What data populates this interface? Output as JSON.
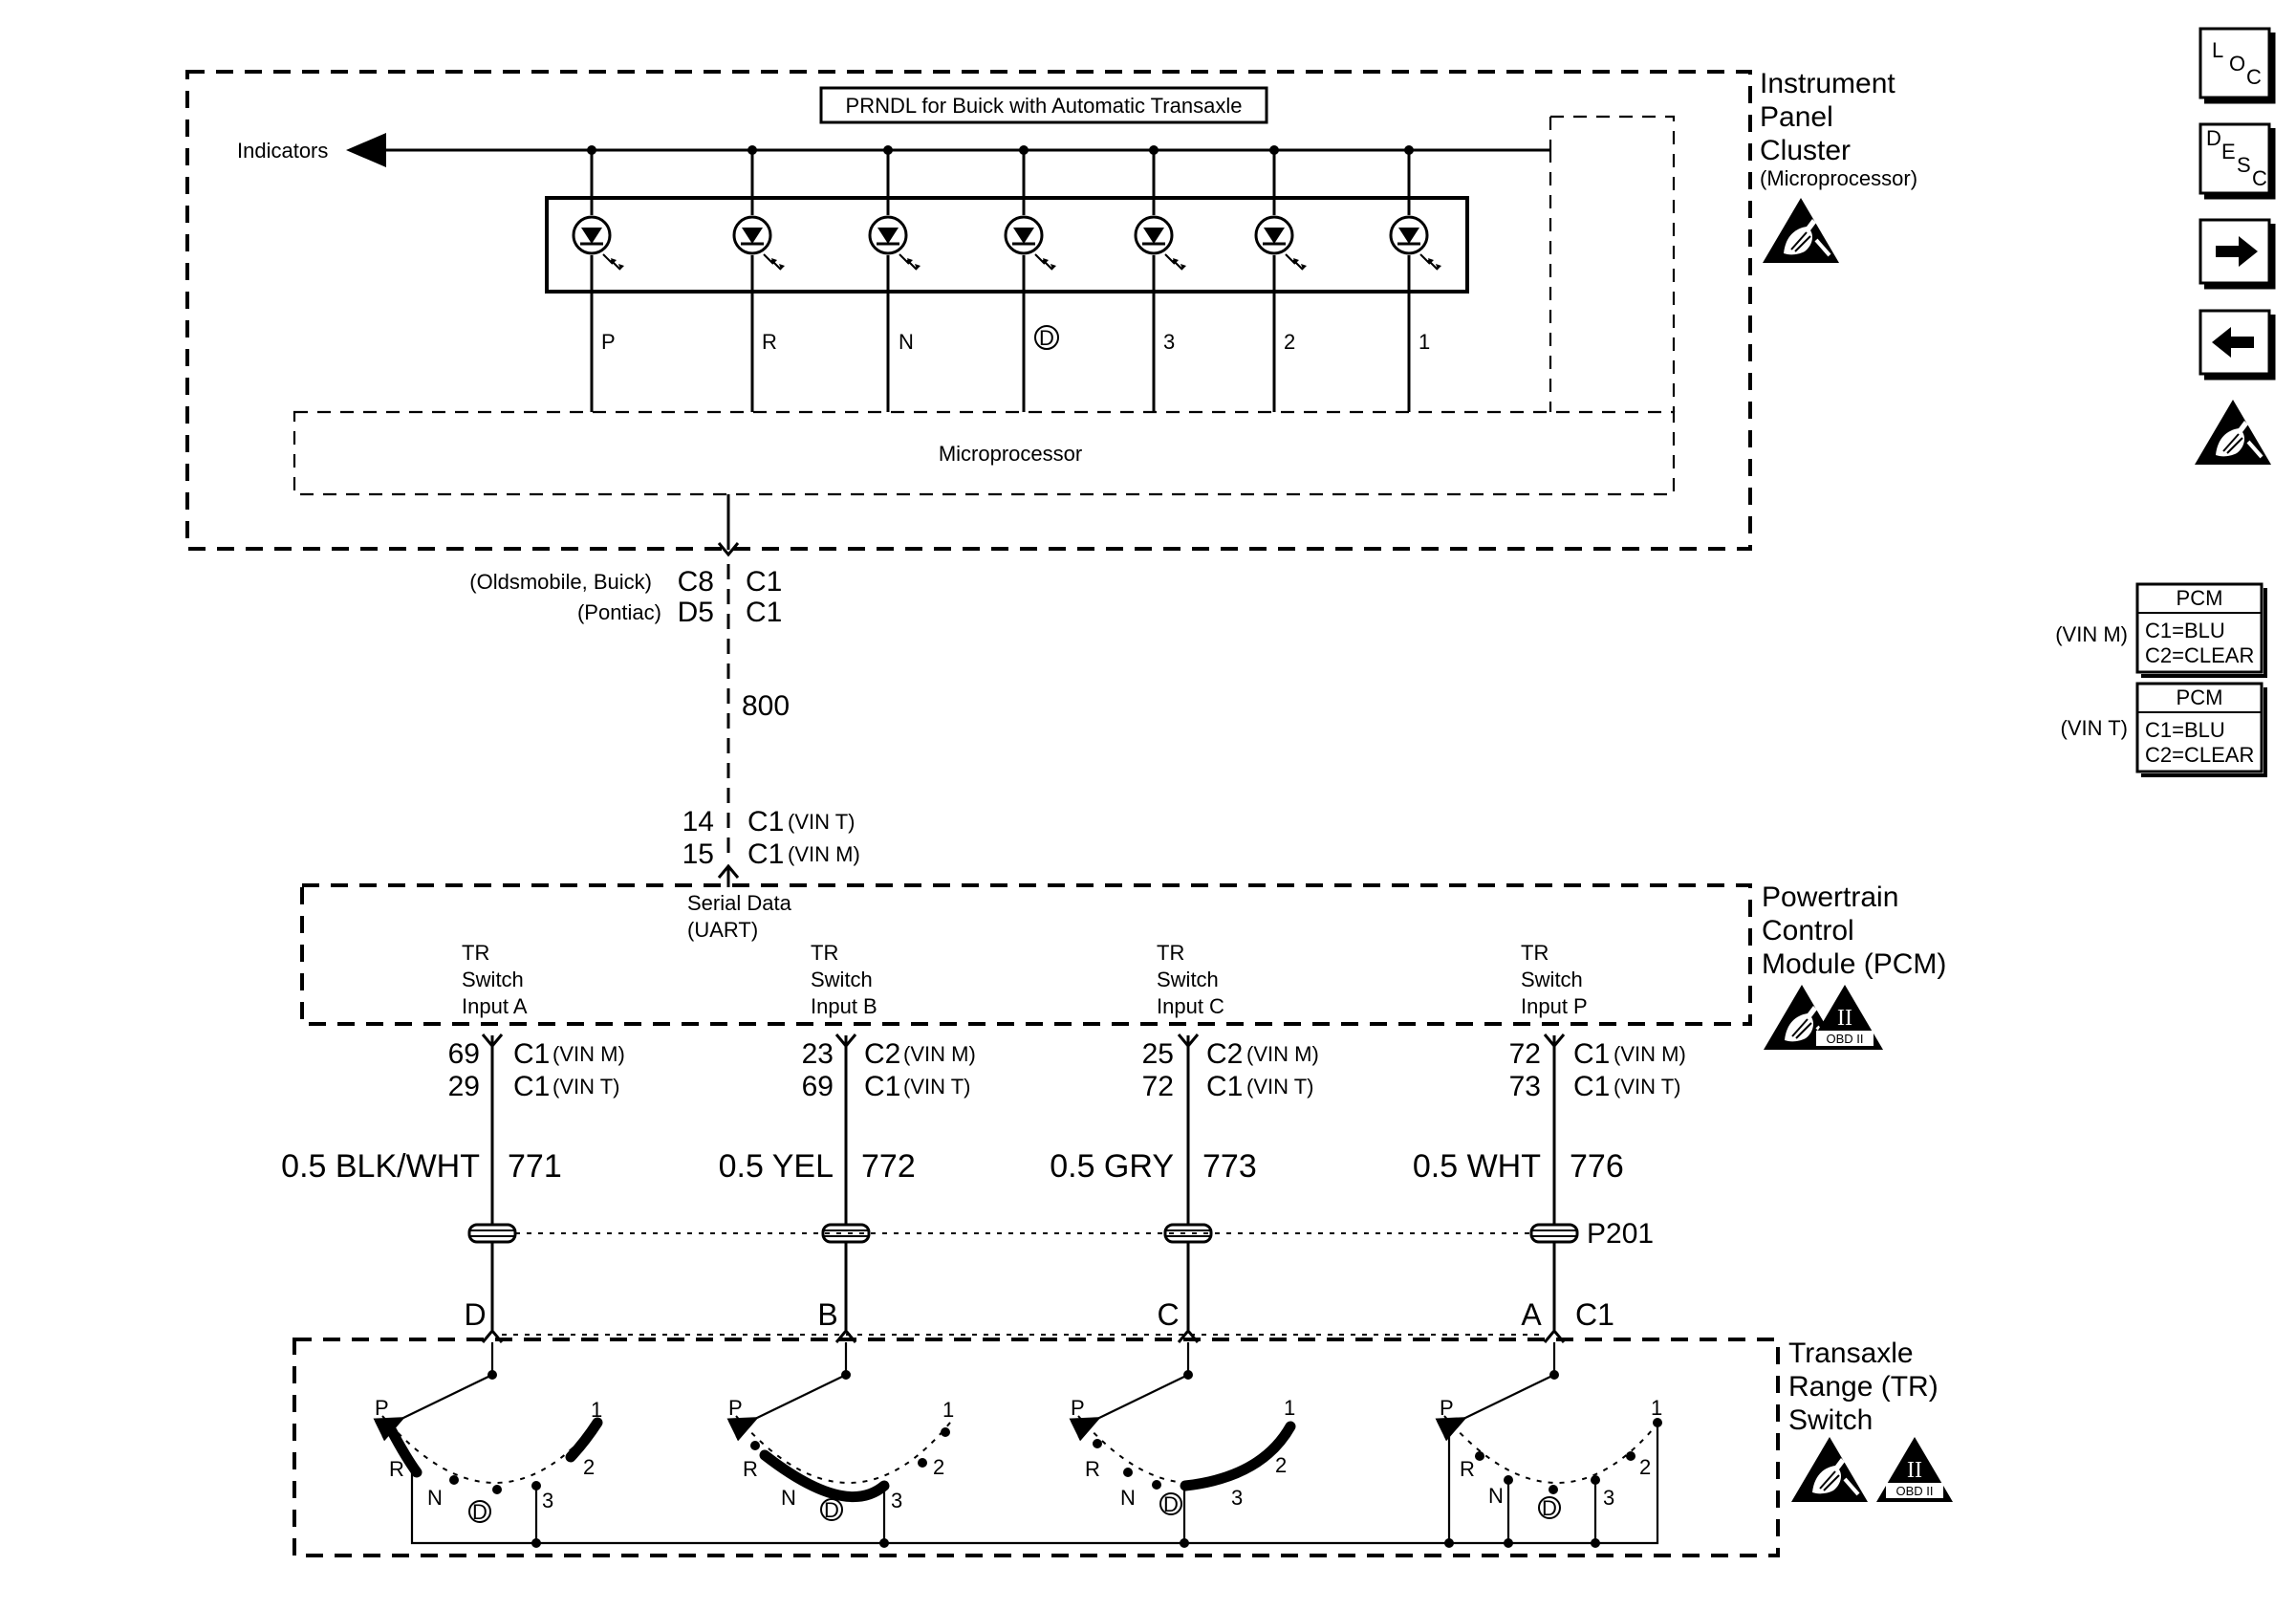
{
  "ipc": {
    "title_lines": [
      "Instrument",
      "Panel",
      "Cluster"
    ],
    "subtitle": "(Microprocessor)",
    "prndl_label": "PRNDL for Buick with Automatic Transaxle",
    "indicators_label": "Indicators",
    "microprocessor_label": "Microprocessor",
    "gear_labels": [
      "P",
      "R",
      "N",
      "D",
      "3",
      "2",
      "1"
    ]
  },
  "serial_connector": {
    "top_left": [
      {
        "note": "(Oldsmobile, Buick)",
        "pin": "C8",
        "conn": "C1"
      },
      {
        "note": "(Pontiac)",
        "pin": "D5",
        "conn": "C1"
      }
    ],
    "circuit": "800",
    "bottom": [
      {
        "pin": "14",
        "conn": "C1",
        "vin": "(VIN T)"
      },
      {
        "pin": "15",
        "conn": "C1",
        "vin": "(VIN M)"
      }
    ],
    "serial_label_1": "Serial Data",
    "serial_label_2": "(UART)"
  },
  "pcm": {
    "title_lines": [
      "Powertrain",
      "Control",
      "Module (PCM)"
    ],
    "inputs": [
      {
        "l1": "TR",
        "l2": "Switch",
        "l3": "Input A"
      },
      {
        "l1": "TR",
        "l2": "Switch",
        "l3": "Input B"
      },
      {
        "l1": "TR",
        "l2": "Switch",
        "l3": "Input C"
      },
      {
        "l1": "TR",
        "l2": "Switch",
        "l3": "Input P"
      }
    ]
  },
  "wires": [
    {
      "pin1": "69",
      "conn1": "C1",
      "vin1": "(VIN M)",
      "pin2": "29",
      "conn2": "C1",
      "vin2": "(VIN T)",
      "color": "0.5 BLK/WHT",
      "circuit": "771",
      "tr_pin": "D"
    },
    {
      "pin1": "23",
      "conn1": "C2",
      "vin1": "(VIN M)",
      "pin2": "69",
      "conn2": "C1",
      "vin2": "(VIN T)",
      "color": "0.5 YEL",
      "circuit": "772",
      "tr_pin": "B"
    },
    {
      "pin1": "25",
      "conn1": "C2",
      "vin1": "(VIN M)",
      "pin2": "72",
      "conn2": "C1",
      "vin2": "(VIN T)",
      "color": "0.5 GRY",
      "circuit": "773",
      "tr_pin": "C"
    },
    {
      "pin1": "72",
      "conn1": "C1",
      "vin1": "(VIN M)",
      "pin2": "73",
      "conn2": "C1",
      "vin2": "(VIN T)",
      "color": "0.5 WHT",
      "circuit": "776",
      "tr_pin": "A"
    }
  ],
  "p201_label": "P201",
  "tr_conn_label": "C1",
  "tr_switch": {
    "title_lines": [
      "Transaxle",
      "Range (TR)",
      "Switch"
    ],
    "positions": [
      "P",
      "R",
      "N",
      "D",
      "3",
      "2",
      "1"
    ]
  },
  "obd_label": "OBD II",
  "obd_numeral": "II",
  "side_nav": {
    "loc": {
      "a": "L",
      "b": "O",
      "c": "C"
    },
    "desc": {
      "a": "D",
      "b": "E",
      "c": "S",
      "d": "C"
    }
  },
  "pcm_tables": [
    {
      "vin": "(VIN M)",
      "header": "PCM",
      "row1": "C1=BLU",
      "row2": "C2=CLEAR"
    },
    {
      "vin": "(VIN T)",
      "header": "PCM",
      "row1": "C1=BLU",
      "row2": "C2=CLEAR"
    }
  ]
}
